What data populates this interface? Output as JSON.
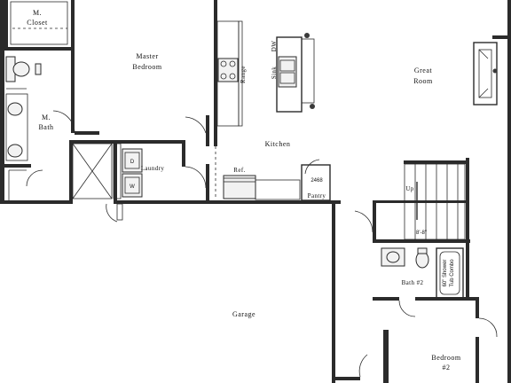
{
  "rooms": {
    "closet_line1": "M.",
    "closet_line2": "Closet",
    "master_line1": "Master",
    "master_line2": "Bedroom",
    "bath_line1": "M.",
    "bath_line2": "Bath",
    "kitchen": "Kitchen",
    "great_line1": "Great",
    "great_line2": "Room",
    "laundry": "Laundry",
    "garage": "Garage",
    "bath2": "Bath #2",
    "bedroom2_line1": "Bedroom",
    "bedroom2_line2": "#2"
  },
  "fixtures": {
    "range": "Range",
    "sink": "Sink",
    "dw": "DW",
    "ref": "Ref.",
    "pantry": "Pantry",
    "pantry_code": "2468",
    "stair_up": "Up",
    "ceiling_height": "8'-8\"",
    "shower_line1": "60\" Shower",
    "shower_line2": "Tub Combo",
    "dryer": "D",
    "washer": "W"
  }
}
